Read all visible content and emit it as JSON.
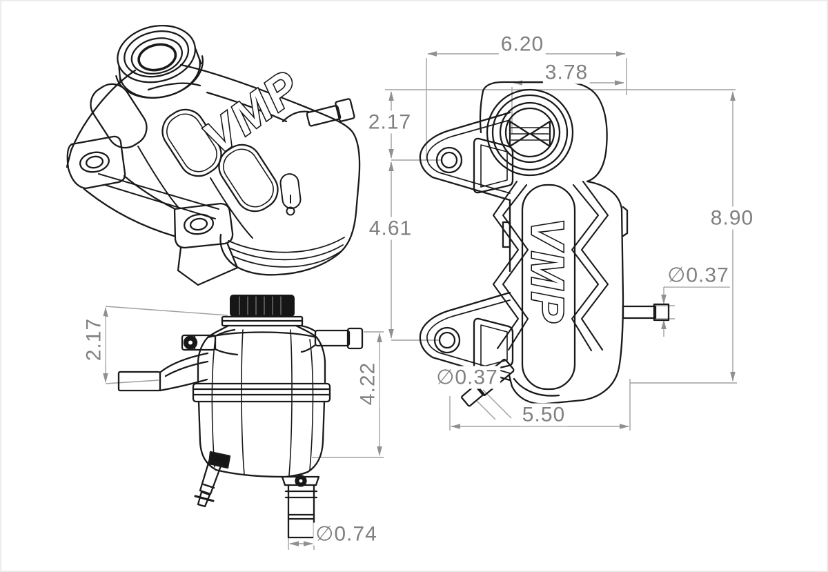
{
  "colors": {
    "background": "#ffffff",
    "line": "#1a1a1a",
    "dimension_text": "#808080",
    "dimension_line": "#9f9f9f"
  },
  "brand": {
    "logo_text": "VMP"
  },
  "dims": {
    "top_view": {
      "overall_width": "6.20",
      "cap_offset": "3.78",
      "edge_to_upper_hole": "2.17",
      "hole_spacing": "4.61",
      "overall_length": "8.90",
      "side_port_diameter": "∅0.37",
      "bottom_port_diameter": "∅0.37",
      "lower_width": "5.50"
    },
    "front_view": {
      "port_height": "2.17",
      "body_height": "4.22",
      "outlet_diameter": "∅0.74"
    }
  }
}
